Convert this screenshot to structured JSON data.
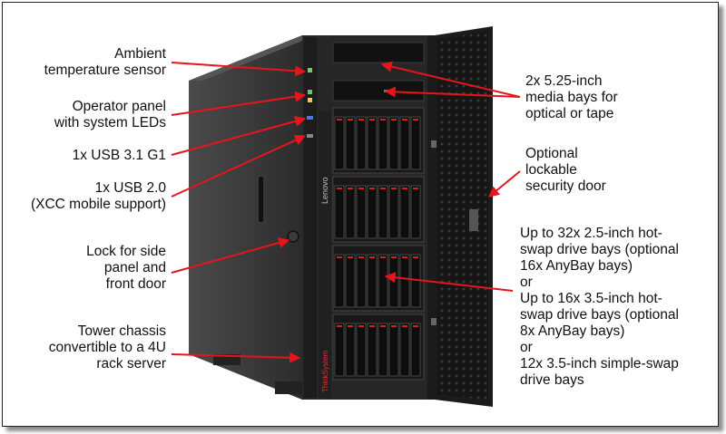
{
  "labels": {
    "ambient": [
      "Ambient",
      "temperature sensor"
    ],
    "operator": [
      "Operator panel",
      "with system LEDs"
    ],
    "usb31": [
      "1x USB 3.1 G1"
    ],
    "usb20": [
      "1x USB 2.0",
      "(XCC mobile support)"
    ],
    "lock": [
      "Lock for side",
      "panel and",
      "front door"
    ],
    "tower": [
      "Tower chassis",
      "convertible to a 4U",
      "rack server"
    ],
    "media": [
      "2x 5.25-inch",
      "media bays for",
      "optical or tape"
    ],
    "door": [
      "Optional",
      "lockable",
      "security door"
    ],
    "bays": [
      "Up to 32x 2.5-inch hot-",
      "swap drive bays (optional",
      "16x AnyBay bays)",
      "or",
      "Up to 16x 3.5-inch hot-",
      "swap drive bays (optional",
      "8x AnyBay bays)",
      "or",
      "12x 3.5-inch simple-swap",
      "drive bays"
    ]
  },
  "branding": {
    "front_logo": "Lenovo",
    "bezel_logo": "ThinkSystem"
  },
  "colors": {
    "arrow": "#e8141c",
    "chassis": "#2a2a2a",
    "door": "#1b1b1b"
  }
}
